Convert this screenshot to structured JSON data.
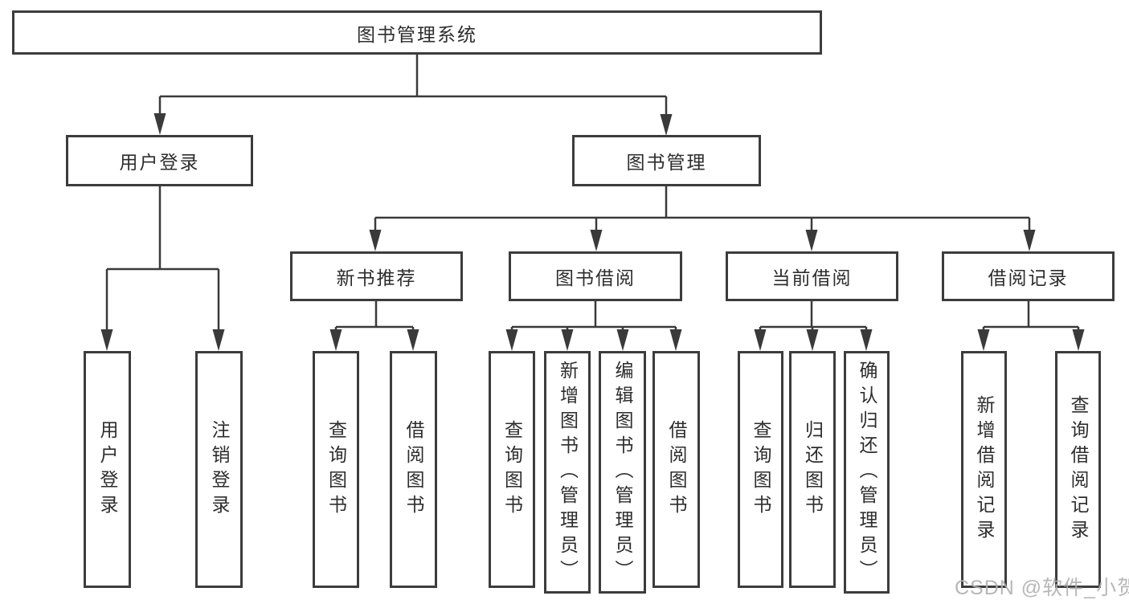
{
  "diagram": {
    "root": {
      "label": "图书管理系统"
    },
    "branches": [
      {
        "label": "用户登录",
        "children": [
          {
            "label": "用户登录"
          },
          {
            "label": "注销登录"
          }
        ]
      },
      {
        "label": "图书管理",
        "sections": [
          {
            "label": "新书推荐",
            "children": [
              {
                "label": "查询图书"
              },
              {
                "label": "借阅图书"
              }
            ]
          },
          {
            "label": "图书借阅",
            "children": [
              {
                "label": "查询图书"
              },
              {
                "label": "新增图书（管理员）"
              },
              {
                "label": "编辑图书（管理员）"
              },
              {
                "label": "借阅图书"
              }
            ]
          },
          {
            "label": "当前借阅",
            "children": [
              {
                "label": "查询图书"
              },
              {
                "label": "归还图书"
              },
              {
                "label": "确认归还（管理员）"
              }
            ]
          },
          {
            "label": "借阅记录",
            "children": [
              {
                "label": "新增借阅记录"
              },
              {
                "label": "查询借阅记录"
              }
            ]
          }
        ]
      }
    ]
  },
  "watermark": {
    "text": "CSDN @软件_小贺同学"
  },
  "colors": {
    "line": "#3a3a3a",
    "text": "#2d2d2d",
    "box_background": "#ffffff",
    "watermark": "#afafaf"
  }
}
